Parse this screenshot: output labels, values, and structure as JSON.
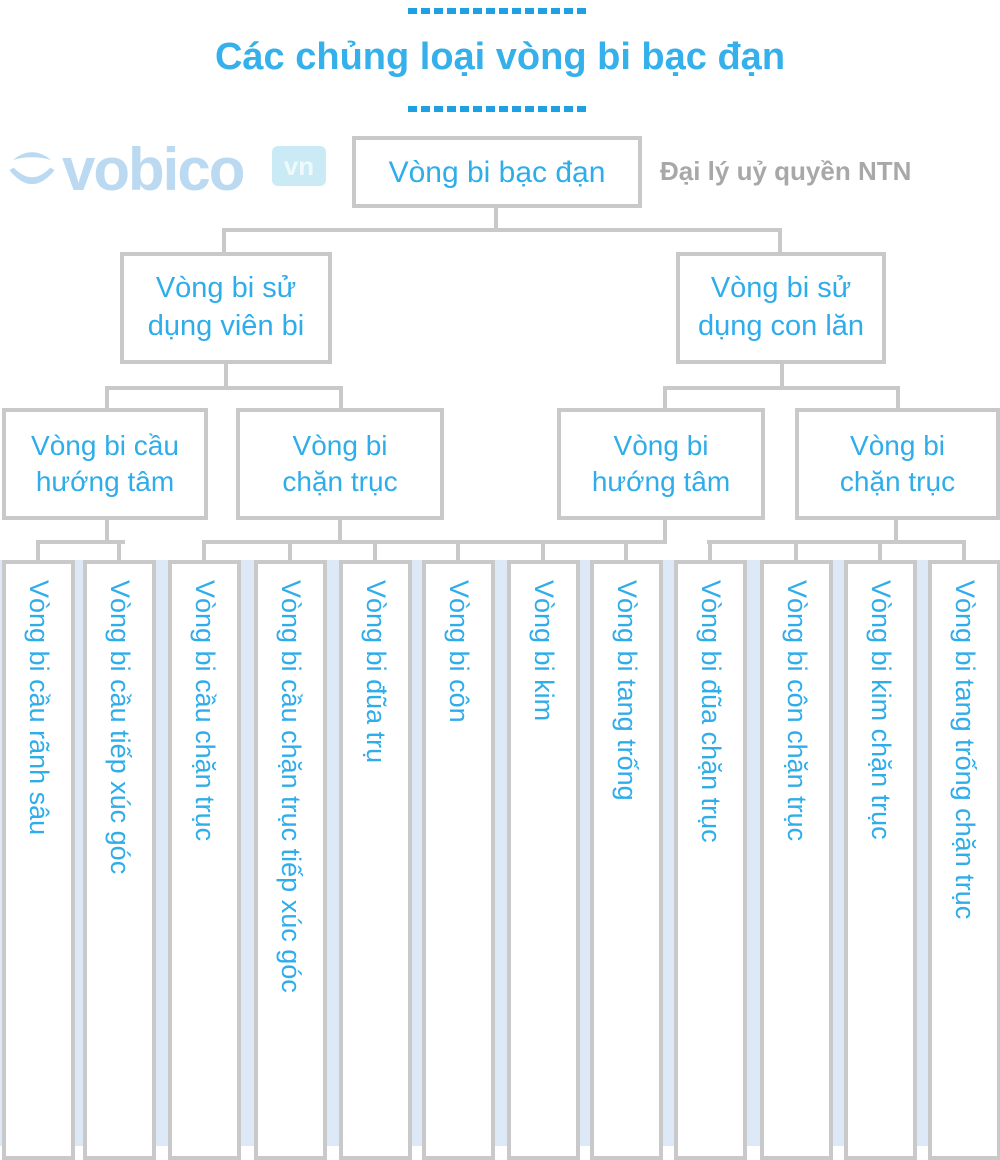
{
  "title": "Các chủng loại vòng bi bạc đạn",
  "root": "Vòng bi bạc đạn",
  "level2": [
    "Vòng bi sử dụng viên bi",
    "Vòng bi sử dụng con lăn"
  ],
  "level3": [
    "Vòng bi cầu hướng tâm",
    "Vòng bi chặn trục",
    "Vòng bi hướng tâm",
    "Vòng bi chặn trục"
  ],
  "leaves": [
    "Vòng bi cầu rãnh sâu",
    "Vòng bi cầu tiếp xúc góc",
    "Vòng bi cầu chặn trục",
    "Vòng bi cầu chặn trục tiếp xúc góc",
    "Vòng bi đũa trụ",
    "Vòng bi côn",
    "Vòng bi kim",
    "Vòng bi tang trống",
    "Vòng bi đũa chặn trục",
    "Vòng bi côn chặn trục",
    "Vòng bi kim chặn trục",
    "Vòng bi tang trống chặn trục"
  ],
  "watermark": {
    "brand": "vobico",
    "suffix": "vn",
    "tagline": "Đại lý uỷ quyền NTN"
  },
  "colors": {
    "text": "#2fadea",
    "border": "#c9c9c9",
    "gap": "#dde9f6"
  }
}
